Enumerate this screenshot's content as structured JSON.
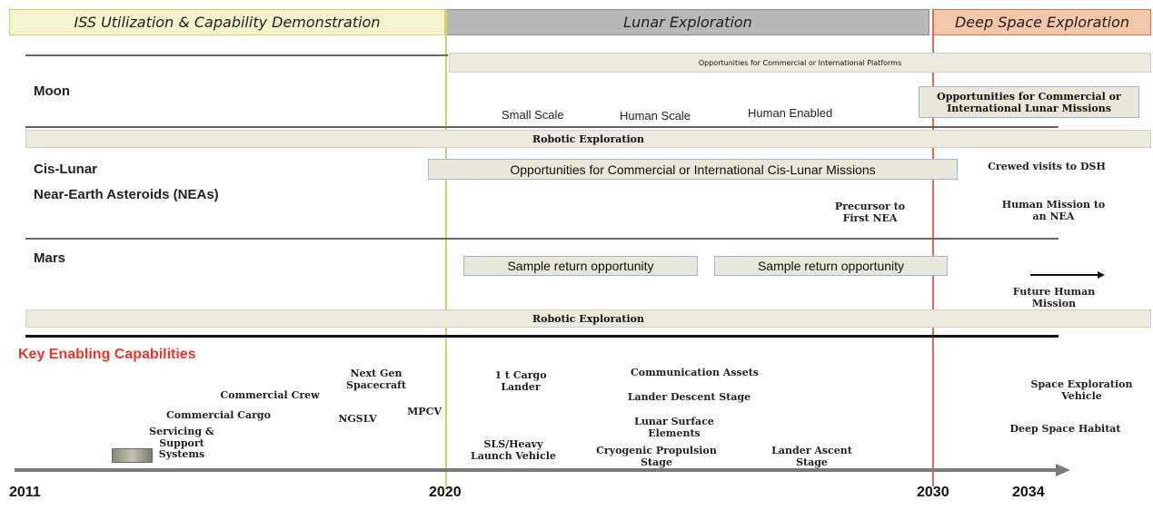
{
  "phases": [
    {
      "label": "ISS Utilization & Capability Demonstration",
      "color": "#f5f3cd"
    },
    {
      "label": "Lunar Exploration",
      "color": "#b8b8b8"
    },
    {
      "label": "Deep Space Exploration",
      "color": "#f2c8a9"
    }
  ],
  "bands": {
    "platforms": "Opportunities for Commercial or International Platforms",
    "robotic_1": "Robotic Exploration",
    "robotic_2": "Robotic Exploration"
  },
  "moon": {
    "label": "Moon",
    "scales": [
      "Small Scale",
      "Human Scale",
      "Human Enabled"
    ],
    "opportunity": "Opportunities for Commercial or International Lunar Missions"
  },
  "cislunar": {
    "label": "Cis-Lunar",
    "opportunity": "Opportunities for Commercial or International Cis-Lunar Missions",
    "crewed": "Crewed visits to DSH"
  },
  "nea": {
    "label": "Near-Earth Asteroids (NEAs)",
    "precursor": "Precursor to First NEA",
    "human_mission": "Human Mission to an NEA"
  },
  "mars": {
    "label": "Mars",
    "sample_return_1": "Sample return opportunity",
    "sample_return_2": "Sample return opportunity",
    "future": "Future Human Mission"
  },
  "capabilities": {
    "heading": "Key Enabling Capabilities",
    "items": [
      "Next Gen Spacecraft",
      "Commercial Crew",
      "Commercial Cargo",
      "NGSLV",
      "MPCV",
      "Servicing & Support Systems",
      "1 t Cargo Lander",
      "SLS/Heavy Launch Vehicle",
      "Communication Assets",
      "Lander Descent Stage",
      "Lunar Surface Elements",
      "Cryogenic Propulsion Stage",
      "Lander Ascent Stage",
      "Space Exploration Vehicle",
      "Deep Space Habitat"
    ]
  },
  "years": [
    "2011",
    "2020",
    "2030",
    "2034"
  ],
  "colors": {
    "accent_red": "#e8372a",
    "iss_line": "#d6cf6a",
    "deep_line": "#d6734f",
    "lunar_border": "#9fb6d8"
  }
}
